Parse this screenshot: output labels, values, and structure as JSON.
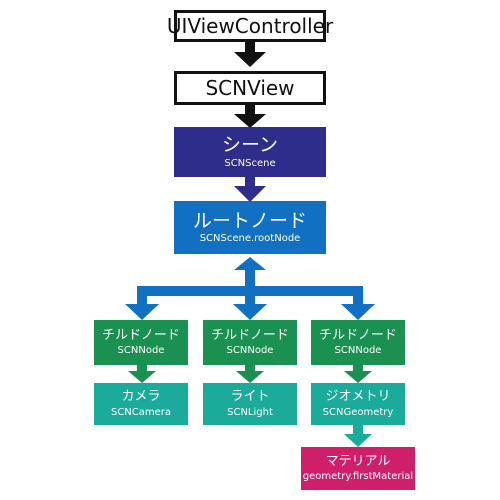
{
  "colors": {
    "scene": "#2f2d8c",
    "root_node": "#1170c2",
    "arrow_blue": "#1170c2",
    "child_node": "#1a9150",
    "leaf": "#1aab9b",
    "material": "#cf1f6b",
    "black": "#111111"
  },
  "nodes": {
    "view_controller": {
      "label": "UIViewController"
    },
    "scn_view": {
      "label": "SCNView"
    },
    "scene": {
      "label": "シーン",
      "sub": "SCNScene"
    },
    "root_node": {
      "label": "ルートノード",
      "sub": "SCNScene.rootNode"
    },
    "children": [
      {
        "label": "チルドノード",
        "sub": "SCNNode"
      },
      {
        "label": "チルドノード",
        "sub": "SCNNode"
      },
      {
        "label": "チルドノード",
        "sub": "SCNNode"
      }
    ],
    "leaves": [
      {
        "label": "カメラ",
        "sub": "SCNCamera"
      },
      {
        "label": "ライト",
        "sub": "SCNLight"
      },
      {
        "label": "ジオメトリ",
        "sub": "SCNGeometry"
      }
    ],
    "material": {
      "label": "マテリアル",
      "sub": "geometry.firstMaterial"
    }
  }
}
